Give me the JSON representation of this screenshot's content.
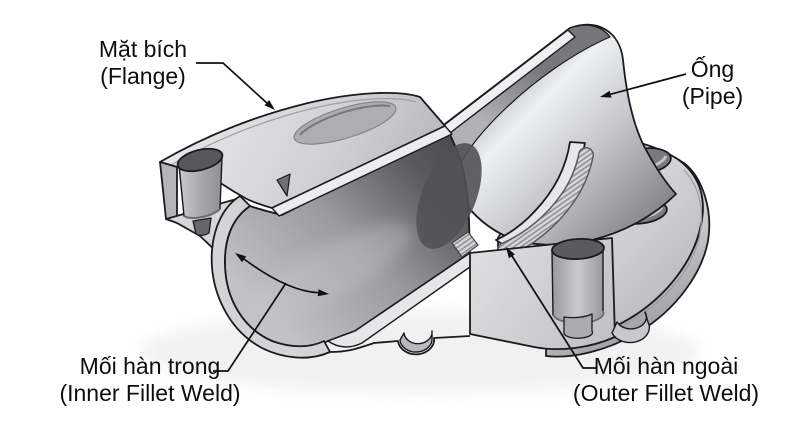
{
  "figure": {
    "title": "Flange-to-pipe fillet weld cutaway diagram",
    "background_color": "#ffffff",
    "annotations": {
      "flange": {
        "label_vi": "Mặt bích",
        "label_en": "(Flange)"
      },
      "pipe": {
        "label_vi": "Ống",
        "label_en": "(Pipe)"
      },
      "inner_weld": {
        "label_vi": "Mối hàn trong",
        "label_en": "(Inner Fillet Weld)"
      },
      "outer_weld": {
        "label_vi": "Mối hàn ngoài",
        "label_en": "(Outer Fillet Weld)"
      }
    },
    "colors": {
      "outline": "#1b1b1e",
      "metal_light": "#e9e9eb",
      "metal_mid": "#c9c9cd",
      "metal_dark": "#97979b",
      "bore_deep": "#4c4c51",
      "weld_stripe": "#909094",
      "text": "#0e0e10"
    }
  }
}
